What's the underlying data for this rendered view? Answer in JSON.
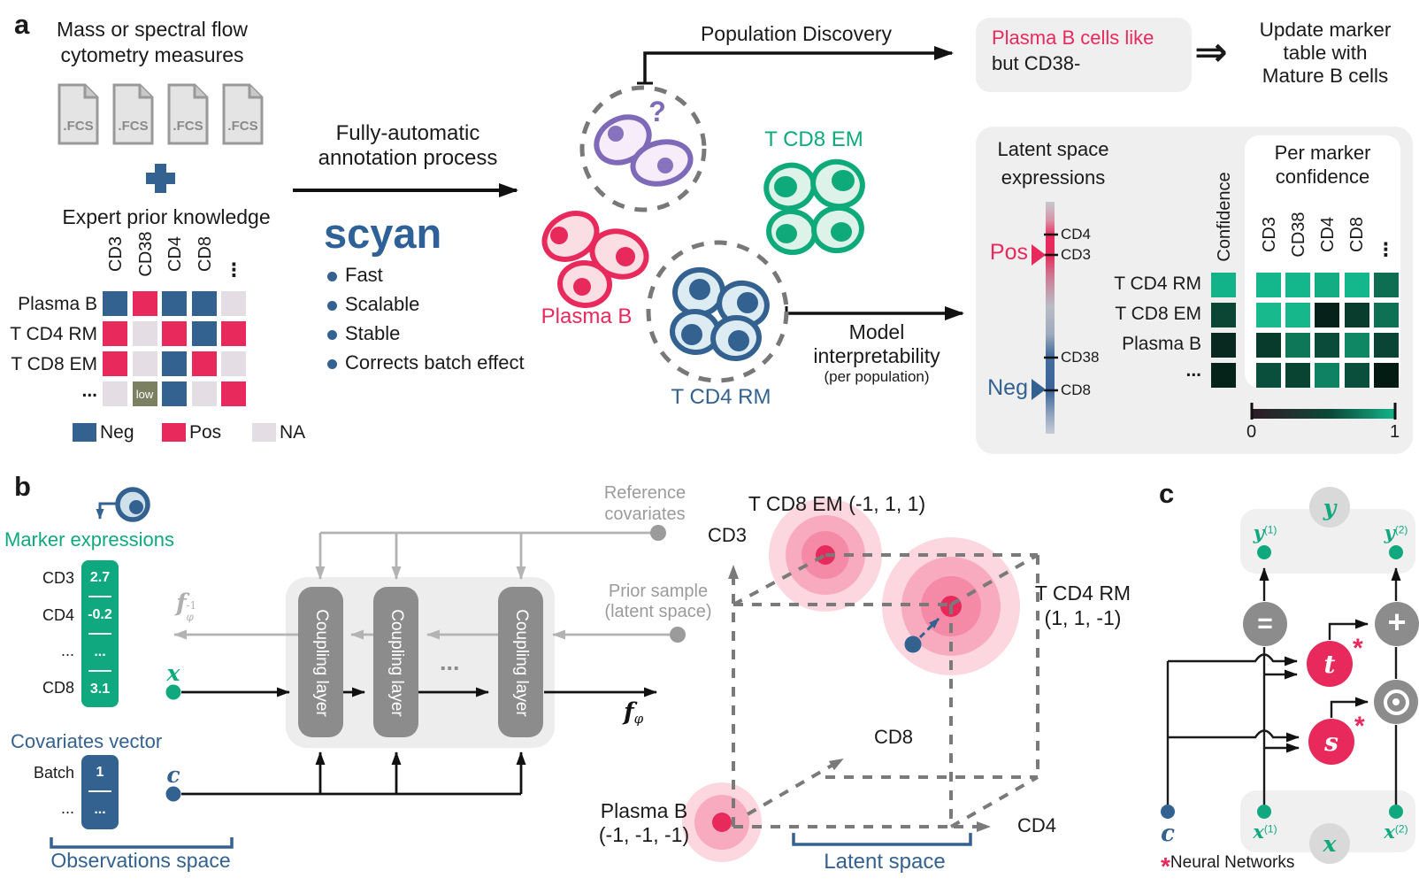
{
  "figure": {
    "panel_a": {
      "label": "a",
      "source_title": [
        "Mass or spectral flow",
        "cytometry measures"
      ],
      "fcs_label": ".FCS",
      "prior_title": "Expert prior knowledge",
      "matrix": {
        "columns": [
          "CD3",
          "CD38",
          "CD4",
          "CD8",
          "⋮"
        ],
        "rows": [
          "Plasma B",
          "T CD4 RM",
          "T CD8 EM",
          "..."
        ],
        "cells": [
          [
            "neg",
            "pos",
            "neg",
            "neg",
            "na"
          ],
          [
            "pos",
            "na",
            "pos",
            "neg",
            "pos"
          ],
          [
            "pos",
            "na",
            "neg",
            "pos",
            "na"
          ],
          [
            "na",
            "low",
            "neg",
            "na",
            "pos"
          ]
        ],
        "low_label": "low"
      },
      "legend": {
        "neg": "Neg",
        "pos": "Pos",
        "na": "NA"
      },
      "process_title": [
        "Fully-automatic",
        "annotation process"
      ],
      "brand": "scyan",
      "features": [
        "Fast",
        "Scalable",
        "Stable",
        "Corrects batch effect"
      ],
      "unknown_mark": "?",
      "cluster_labels": {
        "tcd8": "T CD8 EM",
        "plasma": "Plasma B",
        "tcd4": "T CD4 RM"
      },
      "population_discovery": "Population Discovery",
      "discovery_box": {
        "line1": "Plasma B cells like",
        "line2": "but CD38-"
      },
      "double_arrow": "⇒",
      "update_note": [
        "Update marker",
        "table with",
        "Mature B cells"
      ],
      "model_interpretability": {
        "line1": "Model",
        "line2": "interpretability",
        "line3": "(per population)"
      }
    },
    "latent_panel": {
      "title": [
        "Latent space",
        "expressions"
      ],
      "pos_label": "Pos",
      "neg_label": "Neg",
      "ticks": [
        "CD4",
        "CD3",
        "CD38",
        "CD8"
      ],
      "rows": [
        "T CD4 RM",
        "T CD8 EM",
        "Plasma B",
        "..."
      ],
      "confidence_header": "Confidence",
      "confidence_colors": [
        "#12b388",
        "#0b4634",
        "#07291f",
        "#06231a"
      ],
      "heatmap_title": [
        "Per marker",
        "confidence"
      ],
      "heatmap_columns": [
        "CD3",
        "CD38",
        "CD4",
        "CD8",
        "⋮"
      ],
      "heatmap_colors": [
        [
          "#14b68b",
          "#14b68b",
          "#12ad83",
          "#14b68b",
          "#0d6e52"
        ],
        [
          "#17b98d",
          "#15b78b",
          "#05211a",
          "#093c2d",
          "#0e7154"
        ],
        [
          "#093b2d",
          "#0e7758",
          "#0a4c39",
          "#0f8765",
          "#0a4434"
        ],
        [
          "#0a4f3b",
          "#094433",
          "#0e8263",
          "#0a4f3b",
          "#041b14"
        ]
      ],
      "colorbar": {
        "min": "0",
        "max": "1"
      }
    },
    "panel_b": {
      "label": "b",
      "marker_title": "Marker expressions",
      "marker_vector": {
        "labels": [
          "CD3",
          "CD4",
          "...",
          "CD8"
        ],
        "values": [
          "2.7",
          "-0.2",
          "...",
          "3.1"
        ]
      },
      "covariates_title": "Covariates vector",
      "covariate_vector": {
        "labels": [
          "Batch",
          "..."
        ],
        "values": [
          "1",
          "..."
        ]
      },
      "observations_label": "Observations space",
      "x_symbol": "x",
      "c_symbol": "c",
      "f_base": "f",
      "f_sub": "φ",
      "f_inv_sup": "-1",
      "coupling_label": "Coupling layer",
      "dots": "...",
      "reference_label": [
        "Reference",
        "covariates"
      ],
      "prior_label": [
        "Prior sample",
        "(latent space)"
      ],
      "cube": {
        "axis_vertical": "CD3",
        "axis_depth": "CD8",
        "axis_horizontal": "CD4",
        "tcd8_label": "T CD8 EM (-1, 1, 1)",
        "tcd4_label": [
          "T CD4 RM",
          "(1, 1, -1)"
        ],
        "plasma_label": [
          "Plasma B",
          "(-1, -1, -1)"
        ],
        "latent_label": "Latent space"
      }
    },
    "panel_c": {
      "label": "c",
      "y_symbol": "y",
      "x_symbol": "x",
      "c_symbol": "c",
      "sup1": "(1)",
      "sup2": "(2)",
      "eq_symbol": "=",
      "plus_symbol": "+",
      "t_symbol": "t",
      "s_symbol": "s",
      "star": "*",
      "footnote_star": "*",
      "footnote": "Neural Networks"
    },
    "colors": {
      "pos": "#e8295c",
      "neg": "#336190",
      "na": "#e4dde4",
      "low": "#7c8063",
      "green": "#10a87e",
      "purple": "#7e6ab8",
      "panel_gray": "#efeff0",
      "box_gray": "#8c8c8c"
    }
  }
}
